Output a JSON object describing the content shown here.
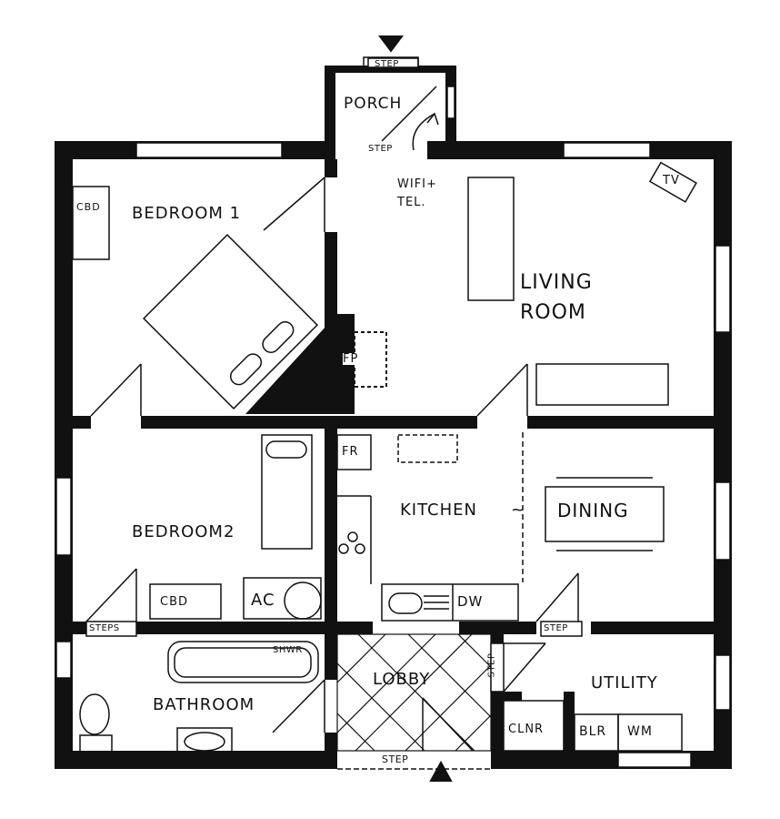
{
  "rooms": {
    "porch": "PORCH",
    "bedroom1": "BEDROOM 1",
    "living_line1": "LIVING",
    "living_line2": "ROOM",
    "bedroom2": "BEDROOM2",
    "kitchen": "KITCHEN",
    "tilde": "~",
    "dining": "DINING",
    "lobby": "LOBBY",
    "utility": "UTILITY",
    "bathroom": "BATHROOM"
  },
  "fixtures": {
    "cbd1": "CBD",
    "cbd2": "CBD",
    "tv": "TV",
    "fp": "FP",
    "fr": "FR",
    "ac": "AC",
    "dw": "DW",
    "shwr": "SHWR",
    "clnr": "CLNR",
    "blr": "BLR",
    "wm": "WM",
    "wifi_line1": "WIFI+",
    "wifi_line2": "TEL."
  },
  "steps": {
    "porch_top": "STEP",
    "porch_inner": "STEP",
    "bedroom2": "STEPS",
    "dining": "STEP",
    "lobby_side": "STEP",
    "bottom": "STEP"
  },
  "colors": {
    "ink": "#111111",
    "paper": "#ffffff",
    "window": "#ffffff"
  }
}
